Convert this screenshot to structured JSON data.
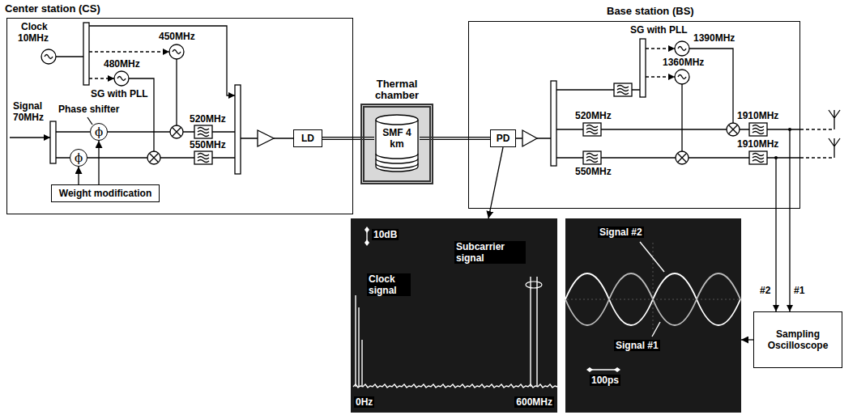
{
  "diagram": {
    "nodes": [
      {
        "text": [
          "Center station (CS)"
        ]
      },
      {
        "text": [
          "ϕ"
        ],
        "in": 0
      },
      {
        "text": [
          "ϕ"
        ],
        "in": 0
      },
      {
        "text": [
          "Weight modification"
        ],
        "in": 0
      },
      {
        "text": [
          "LD"
        ],
        "in": 0
      },
      {
        "text": [
          "Thermal chamber"
        ]
      },
      {
        "text": [
          "SMF 4 km"
        ],
        "in": 5
      },
      {
        "text": [
          "Base station (BS)"
        ]
      },
      {
        "text": [
          "PD"
        ],
        "in": 7
      },
      {
        "text": [
          "10dB",
          "Clock signal",
          "Subcarrier signal",
          "0Hz",
          "600MHz"
        ]
      },
      {
        "text": [
          "Signal #2",
          "Signal #1",
          "100ps"
        ]
      },
      {
        "text": [
          "Sampling Oscilloscope"
        ]
      }
    ],
    "edges": [
      {
        "from": 3,
        "to": 1,
        "arrow": "to"
      },
      {
        "from": 3,
        "to": 2,
        "arrow": "to"
      },
      {
        "from": 4,
        "to": 6,
        "arrow": "none"
      },
      {
        "from": 6,
        "to": 8,
        "arrow": "none"
      },
      {
        "from": 8,
        "to": 9,
        "arrow": "to"
      },
      {
        "from": 11,
        "to": 10,
        "arrow": "to"
      }
    ],
    "labels": [
      "Clock",
      "10MHz",
      "450MHz",
      "480MHz",
      "SG with PLL",
      "Signal",
      "70MHz",
      "Phase shifter",
      "520MHz",
      "550MHz",
      "SG with PLL",
      "1390MHz",
      "1360MHz",
      "520MHz",
      "550MHz",
      "1910MHz",
      "1910MHz",
      "#2",
      "#1"
    ]
  }
}
